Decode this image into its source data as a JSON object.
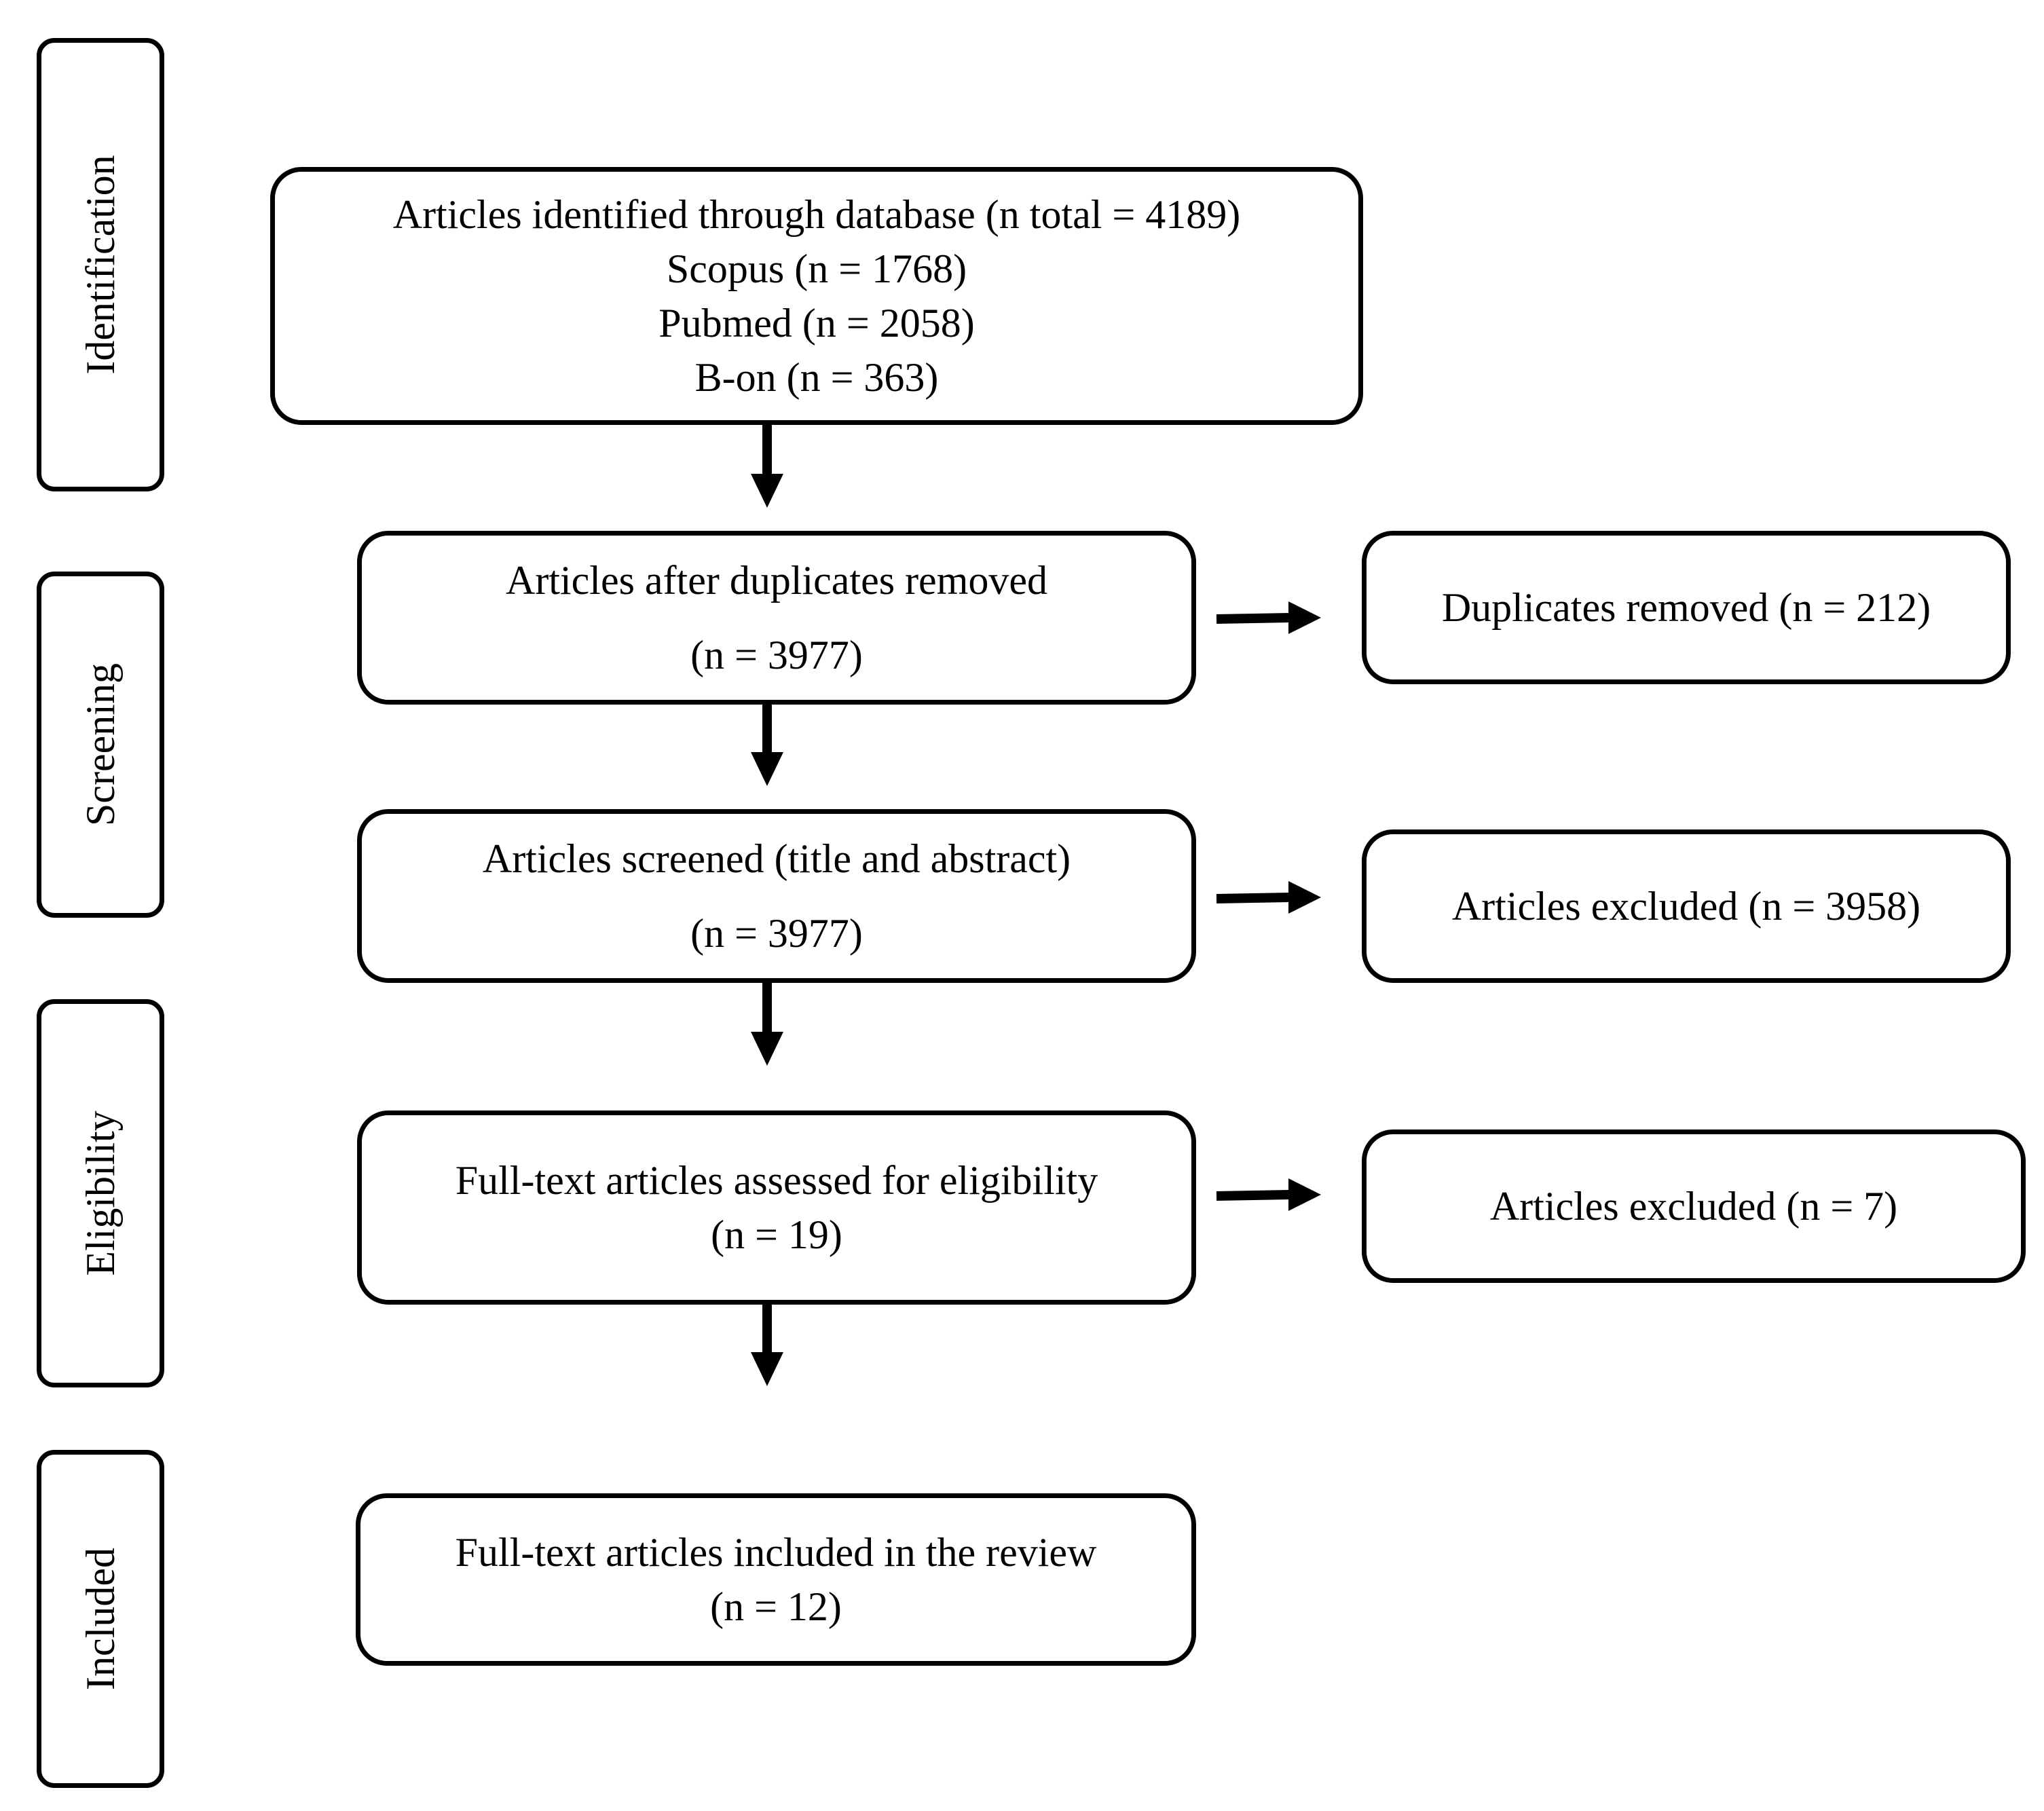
{
  "phases": {
    "identification": "Identification",
    "screening": "Screening",
    "eligibility": "Eligibility",
    "included": "Included"
  },
  "boxes": {
    "identified": {
      "line1": "Articles identified through database (n total = 4189)",
      "line2": "Scopus (n = 1768)",
      "line3": "Pubmed (n = 2058)",
      "line4": "B-on (n = 363)"
    },
    "after_duplicates": {
      "line1": "Articles after duplicates removed",
      "line2": "(n = 3977)"
    },
    "duplicates_removed": {
      "line1": "Duplicates removed (n = 212)"
    },
    "screened": {
      "line1": "Articles screened (title and abstract)",
      "line2": "(n = 3977)"
    },
    "excluded_screening": {
      "line1": "Articles excluded (n = 3958)"
    },
    "eligibility": {
      "line1": "Full-text articles assessed for eligibility",
      "line2": "(n = 19)"
    },
    "excluded_eligibility": {
      "line1": "Articles excluded (n = 7)"
    },
    "included": {
      "line1": "Full-text articles included in the review",
      "line2": "(n = 12)"
    }
  }
}
